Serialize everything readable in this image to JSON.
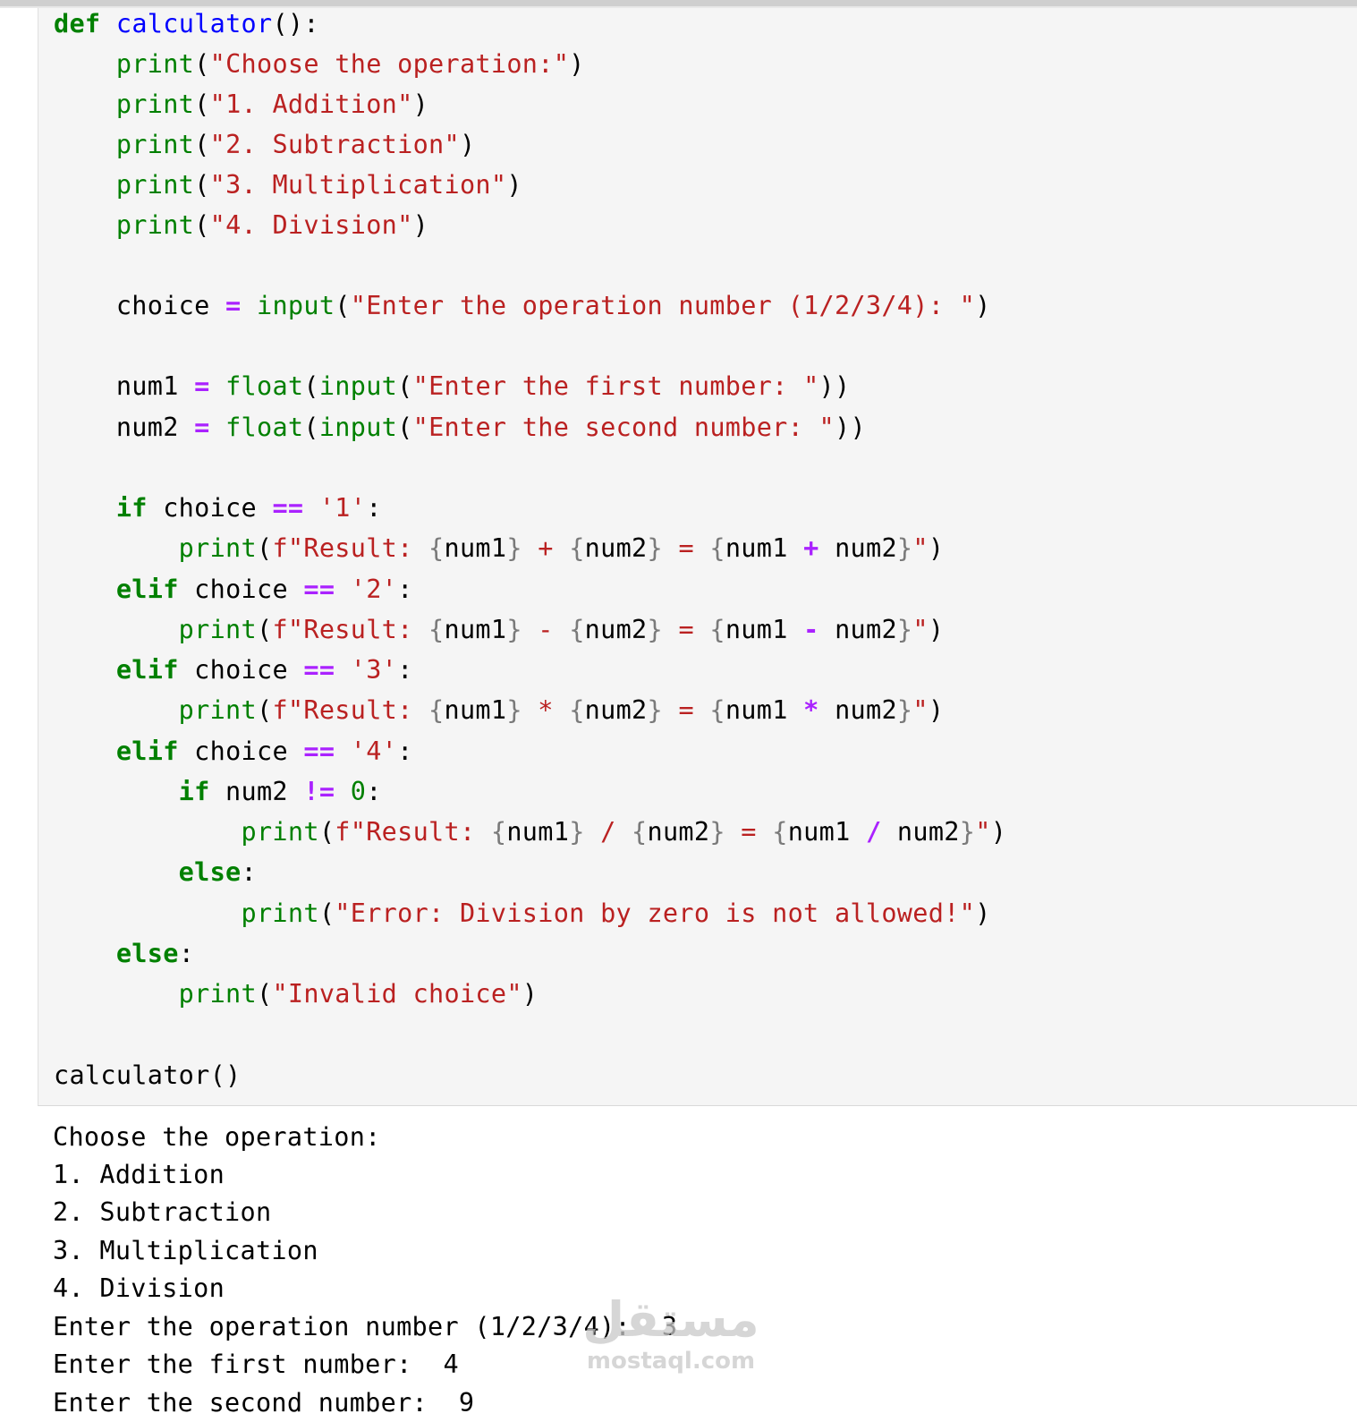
{
  "notebook": {
    "code_cell": {
      "lines": [
        [
          "def",
          " ",
          "calculator",
          "():"
        ],
        [
          "    ",
          "print",
          "(",
          "\"Choose the operation:\"",
          ")"
        ],
        [
          "    ",
          "print",
          "(",
          "\"1. Addition\"",
          ")"
        ],
        [
          "    ",
          "print",
          "(",
          "\"2. Subtraction\"",
          ")"
        ],
        [
          "    ",
          "print",
          "(",
          "\"3. Multiplication\"",
          ")"
        ],
        [
          "    ",
          "print",
          "(",
          "\"4. Division\"",
          ")"
        ],
        [],
        [
          "    choice ",
          "=",
          " ",
          "input",
          "(",
          "\"Enter the operation number (1/2/3/4): \"",
          ")"
        ],
        [],
        [
          "    num1 ",
          "=",
          " ",
          "float",
          "(",
          "input",
          "(",
          "\"Enter the first number: \"",
          "))"
        ],
        [
          "    num2 ",
          "=",
          " ",
          "float",
          "(",
          "input",
          "(",
          "\"Enter the second number: \"",
          "))"
        ],
        [],
        [
          "    ",
          "if",
          " choice ",
          "==",
          " ",
          "'1'",
          ":"
        ],
        [
          "        ",
          "print",
          "(",
          "f\"Result: ",
          "{",
          "num1",
          "}",
          " + ",
          "{",
          "num2",
          "}",
          " = ",
          "{",
          "num1 ",
          "+",
          " num2",
          "}",
          "\"",
          ")"
        ],
        [
          "    ",
          "elif",
          " choice ",
          "==",
          " ",
          "'2'",
          ":"
        ],
        [
          "        ",
          "print",
          "(",
          "f\"Result: ",
          "{",
          "num1",
          "}",
          " - ",
          "{",
          "num2",
          "}",
          " = ",
          "{",
          "num1 ",
          "-",
          " num2",
          "}",
          "\"",
          ")"
        ],
        [
          "    ",
          "elif",
          " choice ",
          "==",
          " ",
          "'3'",
          ":"
        ],
        [
          "        ",
          "print",
          "(",
          "f\"Result: ",
          "{",
          "num1",
          "}",
          " * ",
          "{",
          "num2",
          "}",
          " = ",
          "{",
          "num1 ",
          "*",
          " num2",
          "}",
          "\"",
          ")"
        ],
        [
          "    ",
          "elif",
          " choice ",
          "==",
          " ",
          "'4'",
          ":"
        ],
        [
          "        ",
          "if",
          " num2 ",
          "!=",
          " ",
          "0",
          ":"
        ],
        [
          "            ",
          "print",
          "(",
          "f\"Result: ",
          "{",
          "num1",
          "}",
          " / ",
          "{",
          "num2",
          "}",
          " = ",
          "{",
          "num1 ",
          "/",
          " num2",
          "}",
          "\"",
          ")"
        ],
        [
          "        ",
          "else",
          ":"
        ],
        [
          "            ",
          "print",
          "(",
          "\"Error: Division by zero is not allowed!\"",
          ")"
        ],
        [
          "    ",
          "else",
          ":"
        ],
        [
          "        ",
          "print",
          "(",
          "\"Invalid choice\"",
          ")"
        ],
        [],
        [
          "calculator",
          "()"
        ]
      ]
    },
    "output": [
      "Choose the operation:",
      "1. Addition",
      "2. Subtraction",
      "3. Multiplication",
      "4. Division",
      "Enter the operation number (1/2/3/4):  3",
      "Enter the first number:  4",
      "Enter the second number:  9"
    ],
    "watermark": {
      "arabic": "مستقل",
      "latin": "mostaql.com"
    }
  }
}
